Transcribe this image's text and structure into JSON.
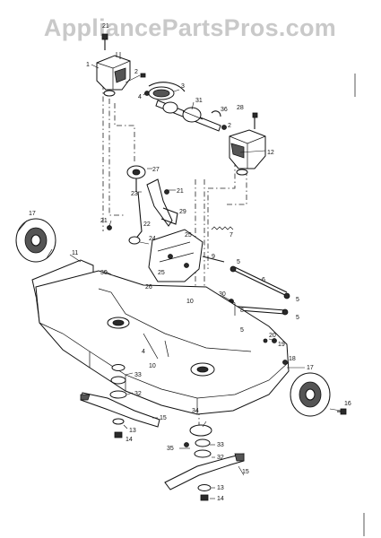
{
  "watermark": "AppliancePartsPros.com",
  "callouts": {
    "c21_top": "21",
    "c1": "1",
    "c2_left": "2",
    "c3": "3",
    "c4_top": "4",
    "c31": "31",
    "c36": "36",
    "c28": "28",
    "c2_right": "2",
    "c12": "12",
    "c27": "27",
    "c21_mid": "21",
    "c23": "23",
    "c29": "29",
    "c17_left": "17",
    "c21_low": "21",
    "c22": "22",
    "c7": "7",
    "c24": "24",
    "c25_top": "25",
    "c9": "9",
    "c11": "11",
    "c5_top": "5",
    "c30_left": "30",
    "c25_mid": "25",
    "c6": "6",
    "c26": "26",
    "c30_right": "30",
    "c5_mid": "5",
    "c10": "10",
    "c8": "8",
    "c5_low": "5",
    "c5_bot": "5",
    "c20": "20",
    "c19": "19",
    "c4_deck": "4",
    "c10_deck": "10",
    "c18": "18",
    "c17_right": "17",
    "c33_left": "33",
    "c32_left": "32",
    "c15_left": "15",
    "c13_left": "13",
    "c14_left": "14",
    "c16": "16",
    "c34": "34",
    "c35": "35",
    "c33_right": "33",
    "c32_right": "32",
    "c15_right": "15",
    "c13_right": "13",
    "c14_right": "14"
  }
}
